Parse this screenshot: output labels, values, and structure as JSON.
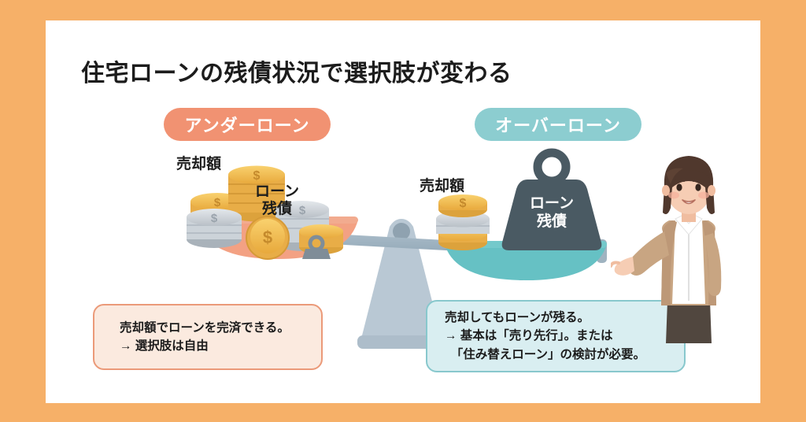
{
  "frame": {
    "border_color": "#f6b068",
    "canvas_color": "#ffffff"
  },
  "title": "住宅ローンの残債状況で選択肢が変わる",
  "badges": {
    "under": {
      "label": "アンダーローン",
      "color": "#f19272",
      "text_color": "#ffffff"
    },
    "over": {
      "label": "オーバーローン",
      "color": "#8ccdd0",
      "text_color": "#ffffff"
    }
  },
  "scale": {
    "left_pan": {
      "color": "#f3a183",
      "sale_label": "売却額",
      "loan_label": "ローン\n残債",
      "contents": "large-coin-pile-and-small-weight"
    },
    "right_pan": {
      "color": "#66c1c4",
      "sale_label": "売却額",
      "weight_label": "ローン\n残債",
      "weight_color": "#4a5a63",
      "contents": "small-coin-stack-and-large-weight"
    },
    "beam_color": "#9fb3c0",
    "base_color": "#b6c6d2",
    "tilt": "right-side-down"
  },
  "callouts": {
    "left": {
      "text": "売却額でローンを完済できる。\n→ 選択肢は自由",
      "background": "#fbeadf",
      "border": "#eb9a79"
    },
    "right": {
      "text": "売却してもローンが残る。\n→ 基本は「売り先行」。または\n　「住み替えローン」の検討が必要。",
      "background": "#d9eef1",
      "border": "#88c8cd"
    }
  },
  "person": {
    "description": "smiling-woman-presenting",
    "hair_color": "#50382d",
    "cardigan_color": "#c8a582",
    "blouse_color": "#ffffff",
    "skirt_color": "#51473f",
    "skin_color": "#f6cdb4"
  }
}
